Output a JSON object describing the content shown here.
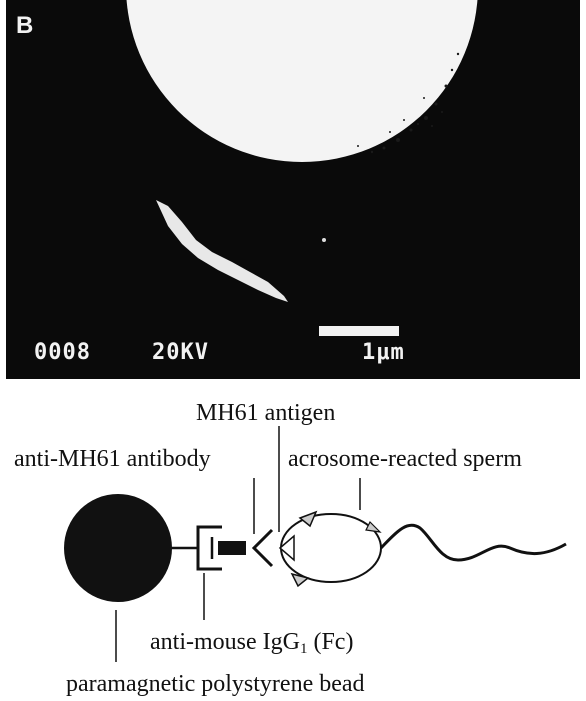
{
  "micrograph": {
    "panel_letter": "B",
    "code_left": "0008",
    "code_mid": "20KV",
    "scale_label": "1μm"
  },
  "labels": {
    "antigen": "MH61 antigen",
    "antibody": "anti-MH61 antibody",
    "sperm": "acrosome-reacted sperm",
    "igg_prefix": "anti-mouse IgG",
    "igg_sub": "1",
    "igg_suffix": " (Fc)",
    "bead": "paramagnetic polystyrene bead"
  }
}
